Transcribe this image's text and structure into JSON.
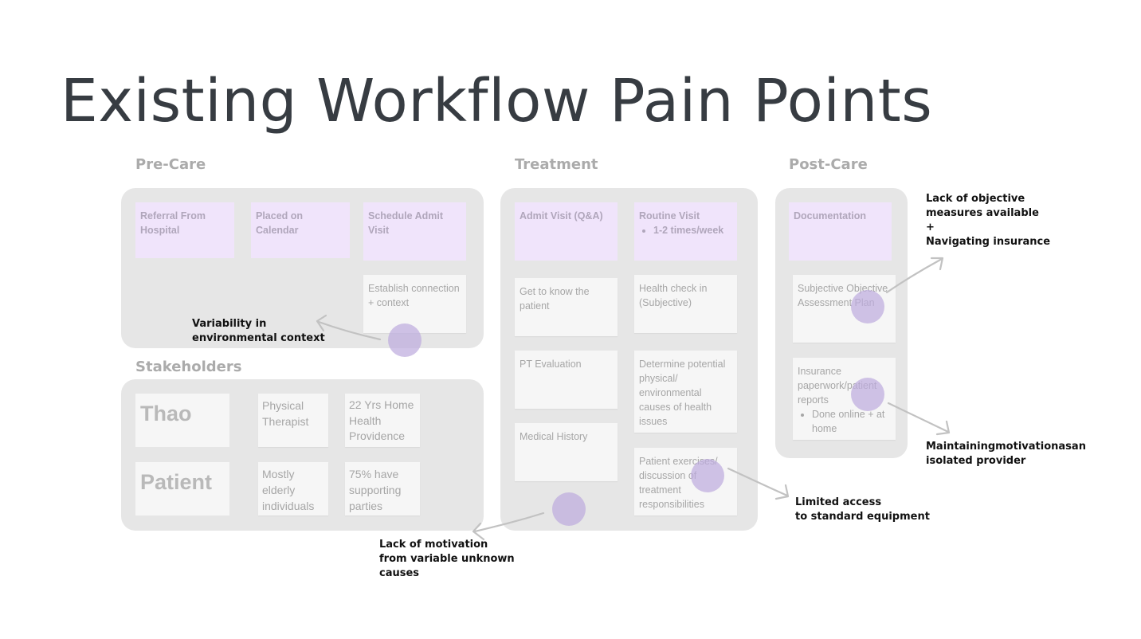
{
  "title": "Existing Workflow Pain Points",
  "sections": {
    "pre_care": "Pre-Care",
    "treatment": "Treatment",
    "post_care": "Post-Care",
    "stakeholders": "Stakeholders"
  },
  "pre_care_notes": {
    "referral": "Referral From Hospital",
    "calendar": "Placed on Calendar",
    "schedule": "Schedule Admit Visit",
    "connection": "Establish connection + context"
  },
  "stakeholders": {
    "thao": "Thao",
    "physical_therapist": "Physical Therapist",
    "home_health": "22 Yrs Home Health Providence",
    "patient": "Patient",
    "elderly": "Mostly elderly individuals",
    "supporting": "75% have supporting parties"
  },
  "treatment_notes": {
    "admit": "Admit Visit (Q&A)",
    "routine": "Routine Visit",
    "routine_bullet": "1-2 times/week",
    "know_patient": "Get to know the patient",
    "health_check": "Health check in (Subjective)",
    "pt_eval": "PT Evaluation",
    "determine": "Determine potential physical/ environmental causes of health issues",
    "medical_history": "Medical History",
    "exercises": "Patient exercises/ discussion of treatment responsibilities"
  },
  "post_care_notes": {
    "documentation": "Documentation",
    "soap": "Subjective Objective Assessment Plan",
    "insurance": "Insurance paperwork/patient reports",
    "insurance_bullet": "Done online + at home"
  },
  "callouts": {
    "variability": [
      "Variability in",
      "environmental context"
    ],
    "motivation": [
      "Lack of motivation",
      "from variable unknown",
      "causes"
    ],
    "equipment": [
      "Limited access",
      "to standard equipment"
    ],
    "objective": [
      "Lack of objective",
      "measures available",
      "+",
      "Navigating insurance"
    ],
    "isolated": [
      "Maintaining motivation as an",
      "isolated provider"
    ]
  },
  "colors": {
    "title": "#373c42",
    "group_bg": "#e6e6e6",
    "purple_note": "#f0e4fb",
    "white_note": "#f6f6f6",
    "marker": "#beacde",
    "arrow": "#c2c2c2"
  }
}
